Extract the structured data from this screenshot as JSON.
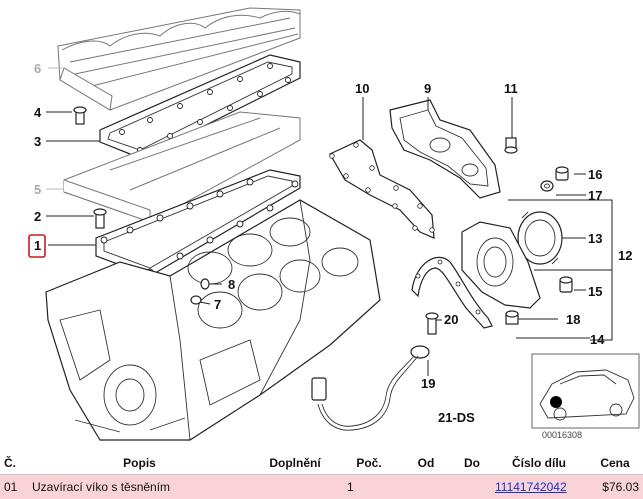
{
  "diagram": {
    "callouts": [
      {
        "id": "1",
        "label": "1"
      },
      {
        "id": "2",
        "label": "2"
      },
      {
        "id": "3",
        "label": "3"
      },
      {
        "id": "4",
        "label": "4"
      },
      {
        "id": "5",
        "label": "5"
      },
      {
        "id": "6",
        "label": "6"
      },
      {
        "id": "7",
        "label": "7"
      },
      {
        "id": "8",
        "label": "8"
      },
      {
        "id": "9",
        "label": "9"
      },
      {
        "id": "10",
        "label": "10"
      },
      {
        "id": "11",
        "label": "11"
      },
      {
        "id": "12",
        "label": "12"
      },
      {
        "id": "13",
        "label": "13"
      },
      {
        "id": "14",
        "label": "14"
      },
      {
        "id": "15",
        "label": "15"
      },
      {
        "id": "16",
        "label": "16"
      },
      {
        "id": "17",
        "label": "17"
      },
      {
        "id": "18",
        "label": "18"
      },
      {
        "id": "19",
        "label": "19"
      },
      {
        "id": "20",
        "label": "20"
      }
    ],
    "section_label": "21-DS",
    "image_code": "00016308",
    "selected_callout": "1",
    "colors": {
      "selected_box": "#d0161f",
      "highlight_row": "#f9d3d6",
      "link": "#1a2fd0"
    }
  },
  "table": {
    "headers": {
      "no": "Č.",
      "desc": "Popis",
      "extra": "Doplnění",
      "qty": "Poč.",
      "from": "Od",
      "to": "Do",
      "part_no": "Číslo dílu",
      "price": "Cena"
    },
    "rows": [
      {
        "no": "01",
        "desc": "Uzavírací víko s těsněním",
        "extra": "",
        "qty": "1",
        "from": "",
        "to": "",
        "part_no": "11141742042",
        "price": "$76.03"
      }
    ]
  }
}
